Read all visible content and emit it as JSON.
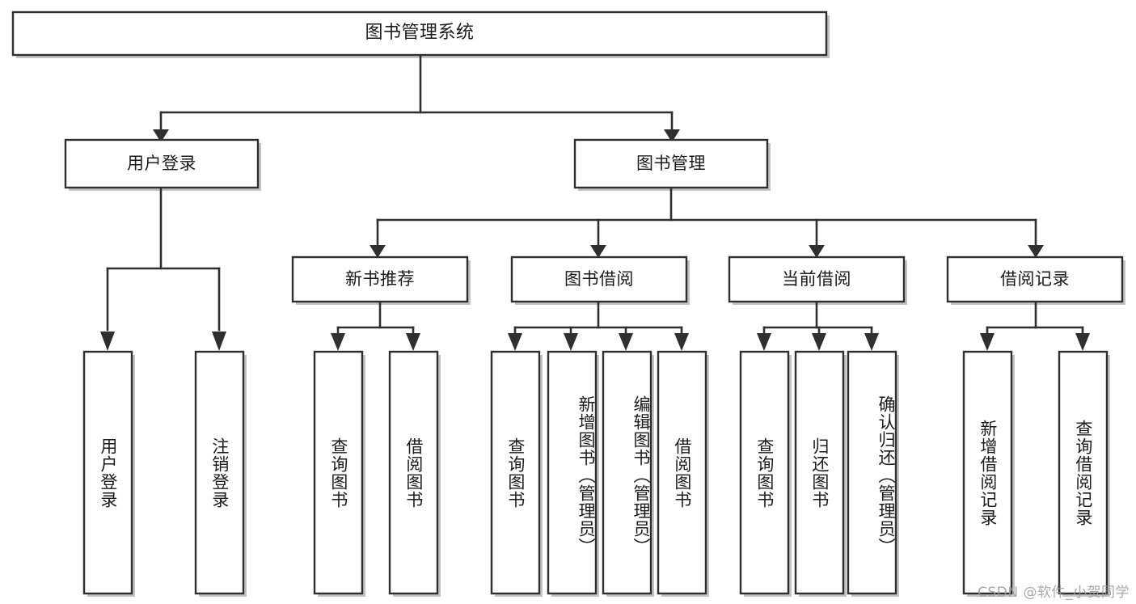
{
  "diagram": {
    "type": "tree-hierarchy-chart",
    "title_node": {
      "label": "图书管理系统"
    },
    "level2": [
      {
        "id": "user-login",
        "label": "用户登录"
      },
      {
        "id": "book-management",
        "label": "图书管理"
      }
    ],
    "level3": [
      {
        "id": "new-book-recommend",
        "label": "新书推荐"
      },
      {
        "id": "book-borrow",
        "label": "图书借阅"
      },
      {
        "id": "current-borrow",
        "label": "当前借阅"
      },
      {
        "id": "borrow-record",
        "label": "借阅记录"
      }
    ],
    "leaves": [
      {
        "id": "leaf-user-login",
        "label": "用户登录",
        "parent": "user-login"
      },
      {
        "id": "leaf-logout",
        "label": "注销登录",
        "parent": "user-login"
      },
      {
        "id": "leaf-query-book-1",
        "label": "查询图书",
        "parent": "new-book-recommend"
      },
      {
        "id": "leaf-borrow-book-1",
        "label": "借阅图书",
        "parent": "new-book-recommend"
      },
      {
        "id": "leaf-query-book-2",
        "label": "查询图书",
        "parent": "book-borrow"
      },
      {
        "id": "leaf-add-book",
        "label": "新增图书（管理员）",
        "parent": "book-borrow"
      },
      {
        "id": "leaf-edit-book",
        "label": "编辑图书（管理员）",
        "parent": "book-borrow"
      },
      {
        "id": "leaf-borrow-book-2",
        "label": "借阅图书",
        "parent": "book-borrow"
      },
      {
        "id": "leaf-query-book-3",
        "label": "查询图书",
        "parent": "current-borrow"
      },
      {
        "id": "leaf-return-book",
        "label": "归还图书",
        "parent": "current-borrow"
      },
      {
        "id": "leaf-confirm-return",
        "label": "确认归还（管理员）",
        "parent": "current-borrow"
      },
      {
        "id": "leaf-add-record",
        "label": "新增借阅记录",
        "parent": "borrow-record"
      },
      {
        "id": "leaf-query-record",
        "label": "查询借阅记录",
        "parent": "borrow-record"
      }
    ],
    "colors": {
      "box_stroke": "#2f2f2f",
      "box_fill": "#ffffff",
      "connector": "#2f2f2f",
      "background": "#ffffff",
      "watermark": "#9a9a9a"
    }
  },
  "watermark": {
    "text": "CSDN @软件_小贺同学"
  }
}
